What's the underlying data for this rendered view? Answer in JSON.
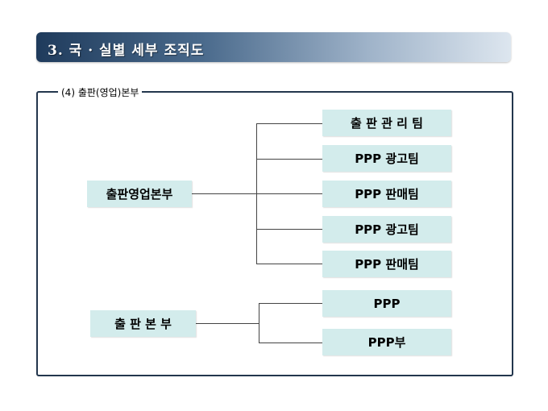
{
  "header": {
    "title": "3. 국 · 실별 세부 조직도"
  },
  "section": {
    "label": "(4) 출판(영업)본부"
  },
  "org": {
    "group1": {
      "parent": "출판영업본부",
      "children": [
        "출 판 관 리 팀",
        "PPP 광고팀",
        "PPP 판매팀",
        "PPP 광고팀",
        "PPP 판매팀"
      ]
    },
    "group2": {
      "parent": "출 판 본 부",
      "children": [
        "PPP",
        "PPP부"
      ]
    }
  }
}
